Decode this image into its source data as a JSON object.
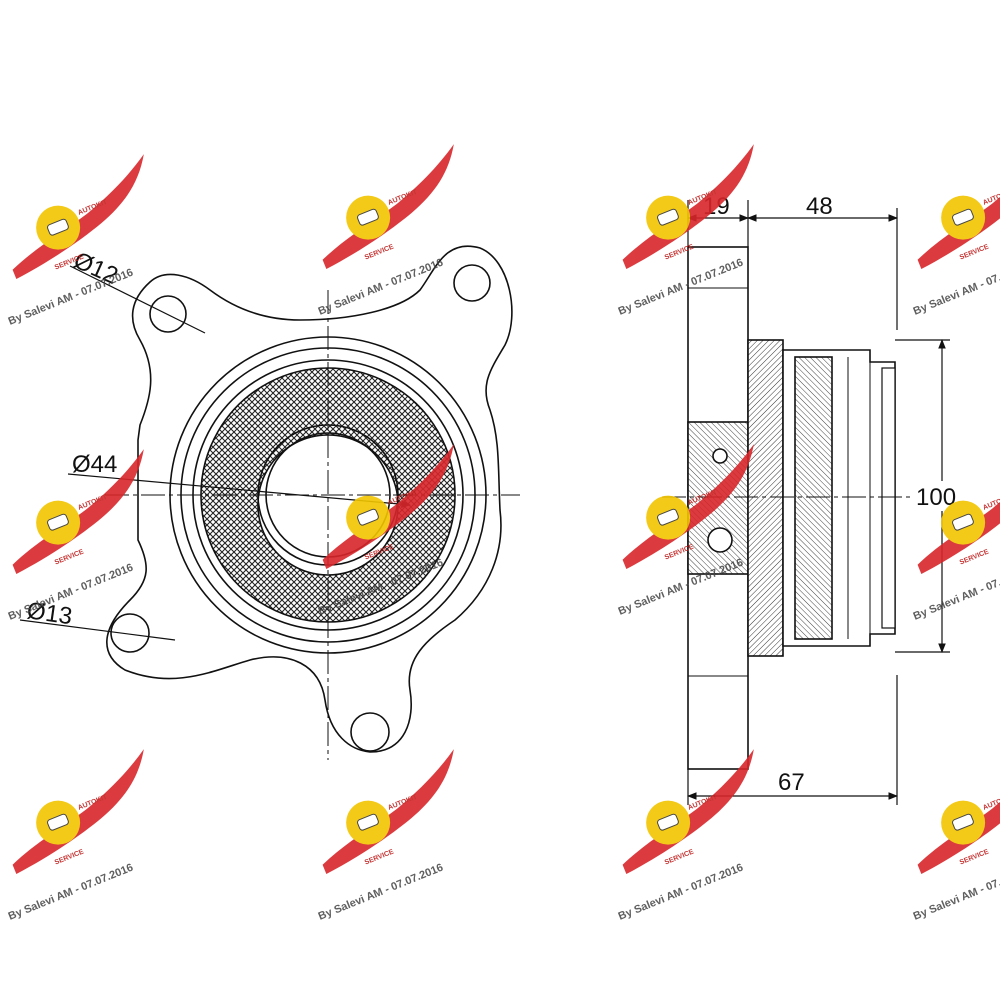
{
  "drawing": {
    "front_view": {
      "hole_diameter_top_label": "Ø12",
      "bore_diameter_label": "Ø44",
      "hole_diameter_bottom_label": "Ø13"
    },
    "side_view": {
      "flange_width_label": "19",
      "hub_length_label": "48",
      "overall_length_label": "67",
      "hub_diameter_label": "100"
    }
  },
  "watermark": {
    "credit_text": "By Salevi AM - 07.07.2016",
    "logo_text": "AUTOKIT",
    "logo_subtext": "SERVICE",
    "logo_colors": {
      "wing": "#d8262a",
      "disc": "#f2c500"
    }
  },
  "colors": {
    "line": "#111111",
    "background": "#ffffff"
  }
}
